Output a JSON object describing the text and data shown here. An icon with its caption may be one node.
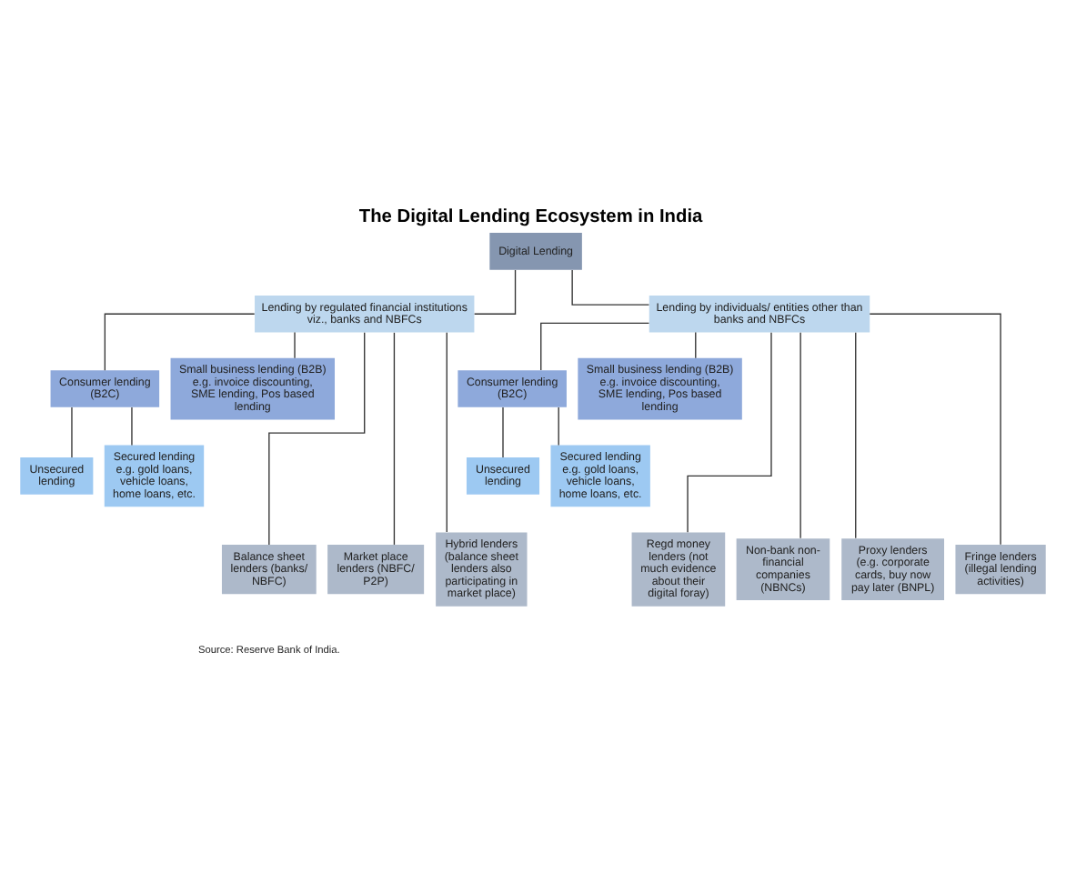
{
  "diagram": {
    "title": "The Digital Lending Ecosystem in India",
    "caption": "Source: Reserve Bank of India.",
    "nodes": [
      {
        "text": [
          "Digital Lending"
        ]
      },
      {
        "text": [
          "Lending by regulated financial institutions viz., banks and NBFCs"
        ]
      },
      {
        "text": [
          "Lending by individuals/ entities other than banks and NBFCs"
        ]
      },
      {
        "text": [
          "Consumer lending (B2C)"
        ]
      },
      {
        "text": [
          "Small business lending (B2B) e.g. invoice discounting, SME lending, Pos based lending"
        ]
      },
      {
        "text": [
          "Consumer lending (B2C)"
        ]
      },
      {
        "text": [
          "Small business lending (B2B) e.g. invoice discounting, SME lending, Pos based lending"
        ]
      },
      {
        "text": [
          "Unsecured lending"
        ]
      },
      {
        "text": [
          "Secured lending e.g. gold loans, vehicle loans, home loans, etc."
        ]
      },
      {
        "text": [
          "Unsecured lending"
        ]
      },
      {
        "text": [
          "Secured lending e.g. gold loans, vehicle loans, home loans, etc."
        ]
      },
      {
        "text": [
          "Balance sheet lenders (banks/ NBFC)"
        ]
      },
      {
        "text": [
          "Market place lenders (NBFC/ P2P)"
        ]
      },
      {
        "text": [
          "Hybrid lenders (balance sheet lenders also participating in market place)"
        ]
      },
      {
        "text": [
          "Regd money lenders (not much evidence about their digital foray)"
        ]
      },
      {
        "text": [
          "Non-bank non-financial companies (NBNCs)"
        ]
      },
      {
        "text": [
          "Proxy lenders (e.g. corporate cards, buy now pay later (BNPL)"
        ]
      },
      {
        "text": [
          "Fringe lenders (illegal lending activities)"
        ]
      }
    ],
    "edges": [
      {
        "from": 0,
        "to": 1,
        "arrow": "none"
      },
      {
        "from": 0,
        "to": 2,
        "arrow": "none"
      },
      {
        "from": 1,
        "to": 3,
        "arrow": "none"
      },
      {
        "from": 1,
        "to": 4,
        "arrow": "none"
      },
      {
        "from": 2,
        "to": 5,
        "arrow": "none"
      },
      {
        "from": 2,
        "to": 6,
        "arrow": "none"
      },
      {
        "from": 3,
        "to": 7,
        "arrow": "none"
      },
      {
        "from": 3,
        "to": 8,
        "arrow": "none"
      },
      {
        "from": 5,
        "to": 9,
        "arrow": "none"
      },
      {
        "from": 5,
        "to": 10,
        "arrow": "none"
      },
      {
        "from": 1,
        "to": 11,
        "arrow": "none"
      },
      {
        "from": 1,
        "to": 12,
        "arrow": "none"
      },
      {
        "from": 1,
        "to": 13,
        "arrow": "none"
      },
      {
        "from": 2,
        "to": 14,
        "arrow": "none"
      },
      {
        "from": 2,
        "to": 15,
        "arrow": "none"
      },
      {
        "from": 2,
        "to": 16,
        "arrow": "none"
      },
      {
        "from": 2,
        "to": 17,
        "arrow": "none"
      }
    ]
  }
}
